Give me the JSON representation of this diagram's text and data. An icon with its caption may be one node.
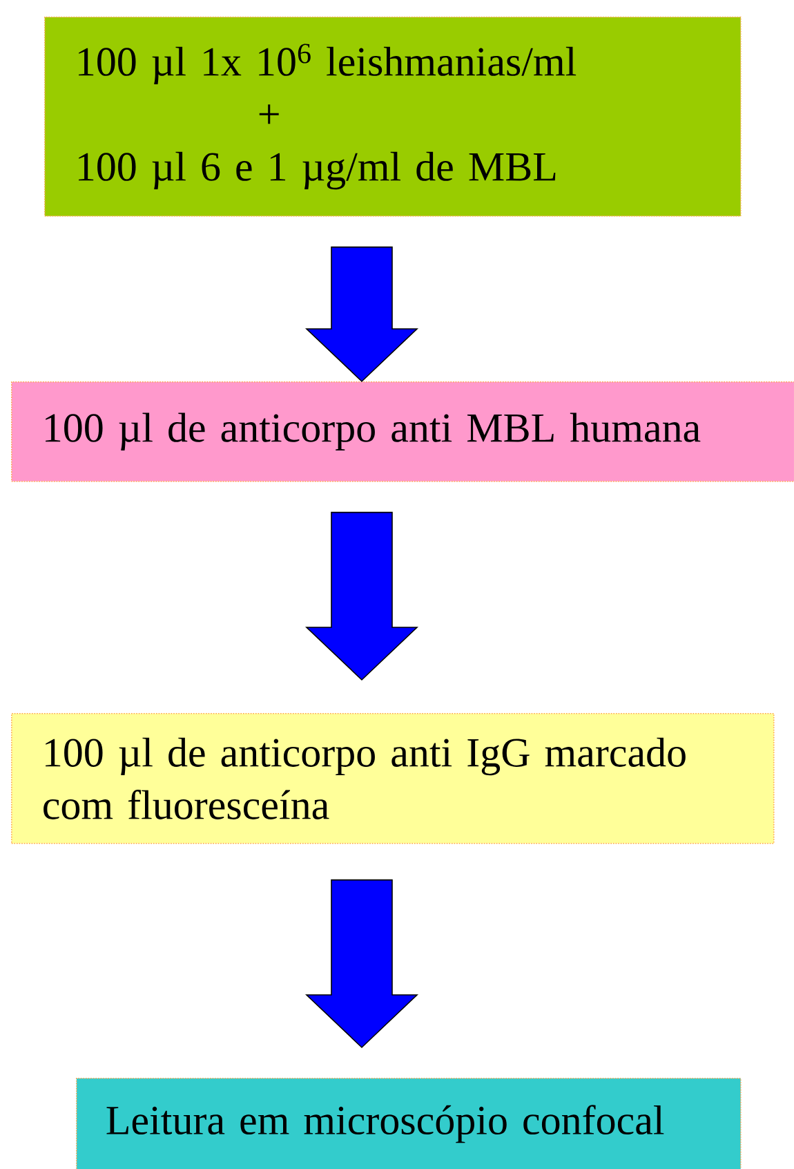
{
  "diagram": {
    "nodes": [
      {
        "text": [
          "100 µl 1x 10$^{6}$ leishmanias/ml",
          "+",
          "100 µl 6 e 1 µg/ml de MBL"
        ]
      },
      {
        "text": [
          "100 µl de anticorpo anti MBL humana"
        ]
      },
      {
        "text": [
          "100 µl de anticorpo anti IgG marcado com fluoresceína"
        ]
      },
      {
        "text": [
          "Leitura em microscópio confocal"
        ]
      }
    ],
    "edges": [
      {
        "from": 0,
        "to": 1,
        "arrow": "to",
        "color": "#0000ff"
      },
      {
        "from": 1,
        "to": 2,
        "arrow": "to",
        "color": "#0000ff"
      },
      {
        "from": 2,
        "to": 3,
        "arrow": "to",
        "color": "#0000ff"
      }
    ]
  }
}
